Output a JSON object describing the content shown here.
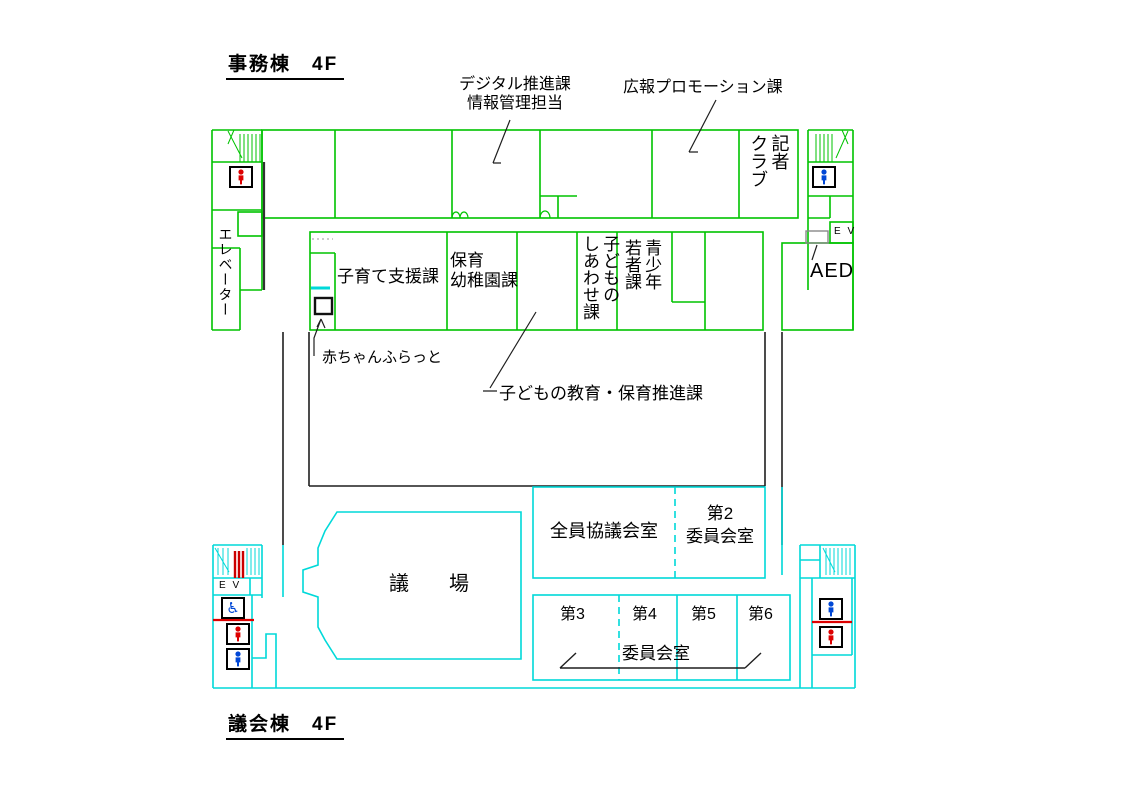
{
  "upper": {
    "title": "事務棟　4F",
    "callouts": {
      "digital": "デジタル推進課\n情報管理担当",
      "koho": "広報プロモーション課",
      "baby": "赤ちゃんふらっと",
      "kyoiku": "子どもの教育・保育推進課",
      "aed": "AED"
    },
    "rooms": {
      "kisha": "記者\nクラブ",
      "elevator": "エレベーター",
      "kosodate": "子育て支援課",
      "hoiku": "保育\n幼稚園課",
      "shiawase": "子どもの\nしあわせ課",
      "seishonen": "青少年\n若者課"
    },
    "ev": "E V"
  },
  "lower": {
    "title": "議会棟　4F",
    "rooms": {
      "gijo": "議　　場",
      "zenin": "全員協議会室",
      "dai2": "第2\n委員会室",
      "dai3": "第3",
      "dai4": "第4",
      "dai5": "第5",
      "dai6": "第6",
      "iinkai": "委員会室"
    },
    "ev": "E V"
  },
  "icons": {
    "wheelchair": "♿",
    "female_toilet": "female-figure",
    "male_toilet": "male-figure"
  },
  "colors": {
    "office_wall_green": "#00c300",
    "council_wall_cyan": "#00d9d9",
    "corridor_black": "#1f1f1f",
    "toilet_female_red": "#dd0000",
    "toilet_male_blue": "#0047d6",
    "stair_red_mark": "#cc0000",
    "aed_box_gray": "#888888"
  }
}
